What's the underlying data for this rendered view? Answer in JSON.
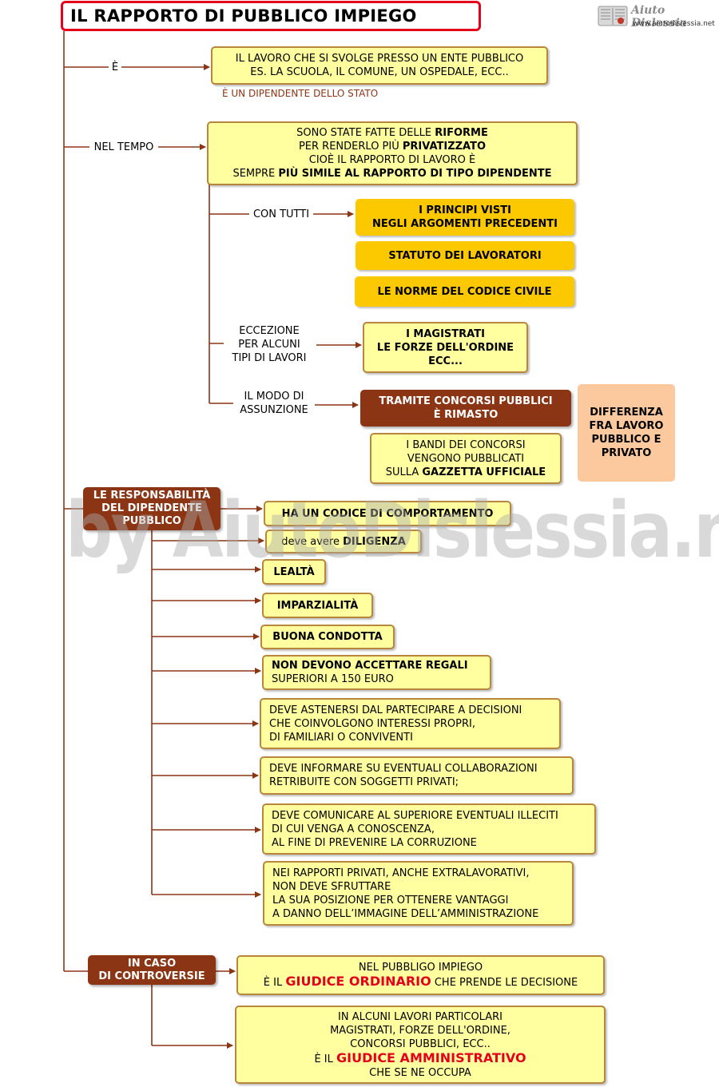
{
  "title": "IL RAPPORTO DI PUBBLICO IMPIEGO",
  "logo": {
    "name": "Aiuto Dislessia",
    "url": "www.aiutodislessia.net",
    "icon": "open-book-icon"
  },
  "watermark": "by AiutoDislessia.net",
  "colors": {
    "title_border": "#e5001c",
    "brown": "#8b3515",
    "yellow_box": "#ffffa0",
    "gold_box": "#fcc800",
    "peach_box": "#fcc89e",
    "highlight_red": "#e5001c"
  },
  "section1": {
    "label": "È",
    "box": [
      "IL LAVORO CHE SI SVOLGE PRESSO UN ENTE PUBBLICO",
      "ES. LA SCUOLA, IL COMUNE, UN OSPEDALE, ECC.."
    ],
    "note": "È UN DIPENDENTE DELLO STATO"
  },
  "section2": {
    "label": "NEL TEMPO",
    "box": {
      "l1a": "SONO STATE FATTE DELLE ",
      "l1b": "RIFORME",
      "l2a": "PER RENDERLO PIÙ ",
      "l2b": "PRIVATIZZATO",
      "l3": "CIOÈ IL RAPPORTO DI LAVORO È",
      "l4a": "SEMPRE ",
      "l4b": "PIÙ SIMILE AL RAPPORTO DI TIPO DIPENDENTE"
    },
    "con_tutti": {
      "label": "CON TUTTI",
      "items": [
        [
          "I PRINCIPI VISTI",
          "NEGLI ARGOMENTI PRECEDENTI"
        ],
        [
          "STATUTO DEI LAVORATORI"
        ],
        [
          "LE NORME DEL CODICE CIVILE"
        ]
      ]
    },
    "eccezione": {
      "label": [
        "ECCEZIONE",
        "PER ALCUNI",
        "TIPI DI LAVORI"
      ],
      "box": [
        "I MAGISTRATI",
        "LE FORZE DELL'ORDINE",
        "ECC..."
      ]
    },
    "assunzione": {
      "label": [
        "IL MODO DI",
        "ASSUNZIONE"
      ],
      "box": [
        "TRAMITE CONCORSI PUBBLICI",
        "È RIMASTO"
      ],
      "bandi": {
        "l1": "I BANDI DEI CONCORSI",
        "l2": "VENGONO PUBBLICATI",
        "l3a": "SULLA ",
        "l3b": "GAZZETTA UFFICIALE"
      }
    },
    "differenza": [
      "DIFFERENZA",
      "FRA LAVORO",
      "PUBBLICO E",
      "PRIVATO"
    ]
  },
  "section3": {
    "head": [
      "LE RESPONSABILITÀ",
      "DEL DIPENDENTE",
      "PUBBLICO"
    ],
    "r1": "HA UN CODICE DI COMPORTAMENTO",
    "r2a": "deve avere ",
    "r2b": "DILIGENZA",
    "r3": "LEALTÀ",
    "r4": "IMPARZIALITÀ",
    "r5": "BUONA CONDOTTA",
    "r6a": "NON DEVONO ACCETTARE REGALI",
    "r6b": "SUPERIORI A 150 EURO",
    "r7": [
      "DEVE ASTENERSI DAL PARTECIPARE A DECISIONI",
      "CHE COINVOLGONO INTERESSI PROPRI,",
      "DI FAMILIARI O CONVIVENTI"
    ],
    "r8": [
      "DEVE INFORMARE SU EVENTUALI COLLABORAZIONI",
      "RETRIBUITE CON SOGGETTI PRIVATI;"
    ],
    "r9": [
      "DEVE COMUNICARE AL SUPERIORE EVENTUALI ILLECITI",
      "DI CUI VENGA A CONOSCENZA,",
      "AL FINE DI PREVENIRE LA CORRUZIONE"
    ],
    "r10": [
      "NEI RAPPORTI PRIVATI, ANCHE EXTRALAVORATIVI,",
      "NON DEVE SFRUTTARE",
      "LA SUA POSIZIONE PER OTTENERE VANTAGGI",
      "A DANNO DELL’IMMAGINE DELL’AMMINISTRAZIONE"
    ]
  },
  "section4": {
    "head": [
      "IN CASO",
      "DI CONTROVERSIE"
    ],
    "b1": {
      "l1": "NEL PUBBLIGO IMPIEGO",
      "l2a": "È IL  ",
      "l2b": "GIUDICE ORDINARIO",
      "l2c": " CHE PRENDE LE DECISIONE"
    },
    "b2": {
      "l1": "IN ALCUNI LAVORI PARTICOLARI",
      "l2": "MAGISTRATI, FORZE DELL'ORDINE,",
      "l3": "CONCORSI PUBBLICI, ECC..",
      "l4a": "È IL  ",
      "l4b": "GIUDICE AMMINISTRATIVO",
      "l5": "CHE SE NE OCCUPA"
    }
  }
}
